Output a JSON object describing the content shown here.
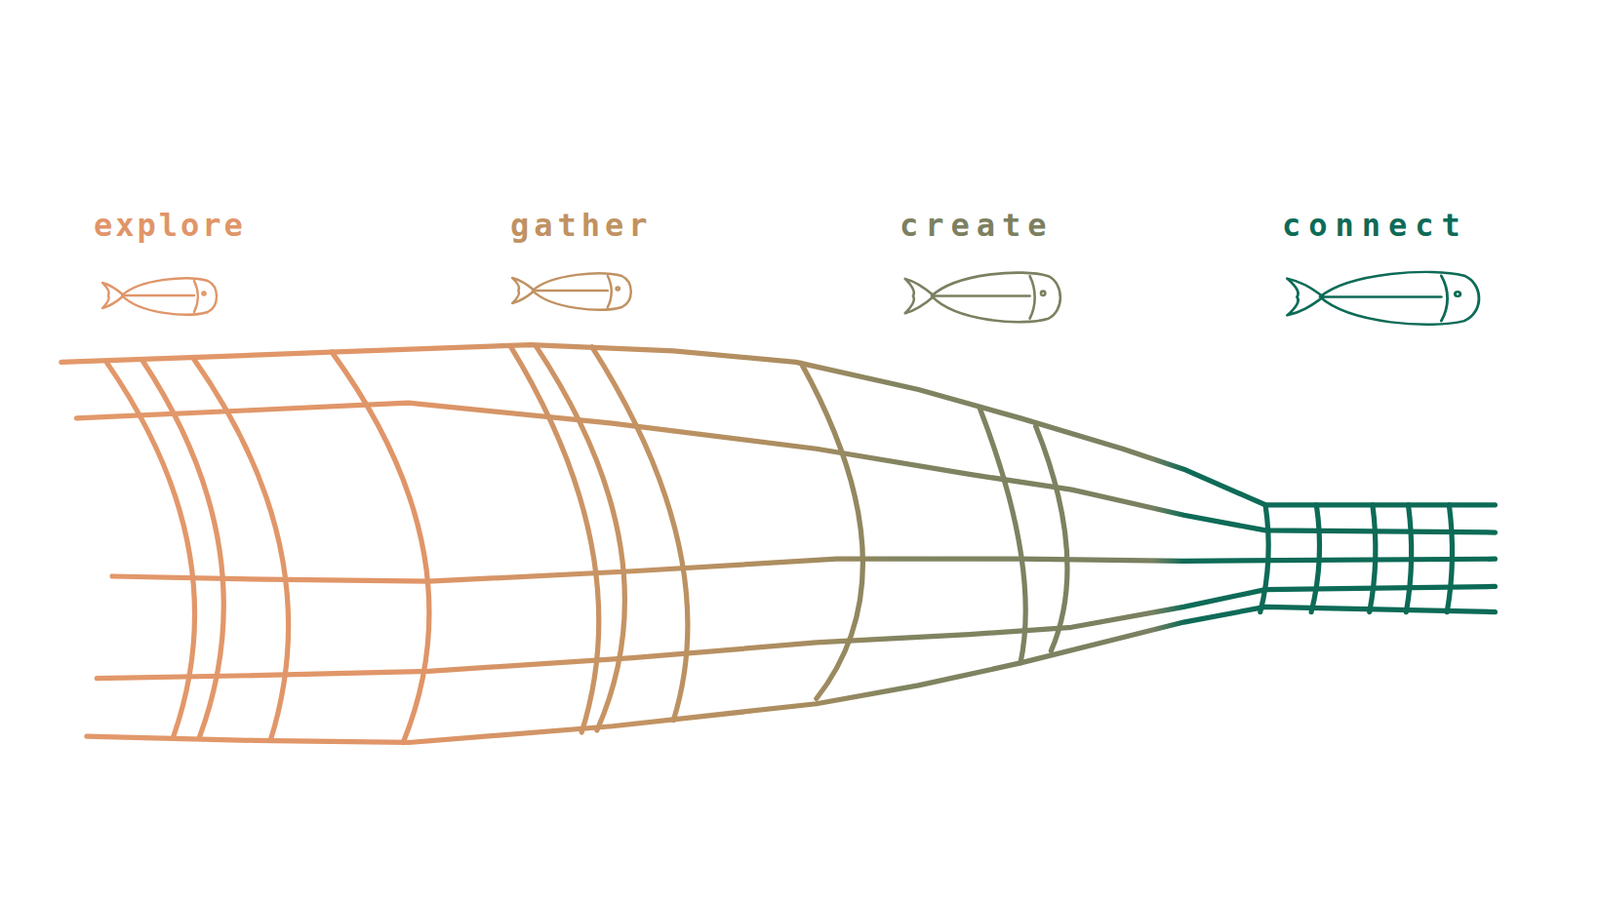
{
  "diagram": {
    "labels": [
      "explore",
      "gather",
      "create",
      "connect"
    ]
  }
}
